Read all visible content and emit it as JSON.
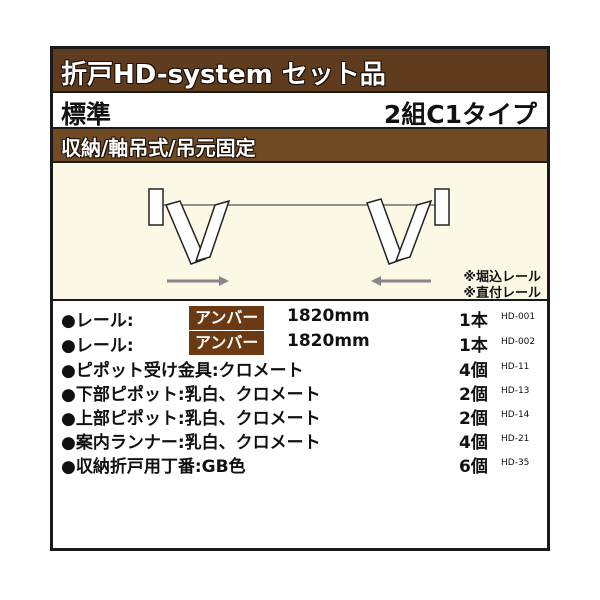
{
  "header": {
    "title": "折戸HD-system セット品"
  },
  "subheader": {
    "left": "標準",
    "right": "2組C1タイプ"
  },
  "mode": {
    "label": "収納/軸吊式/吊元固定"
  },
  "diagram": {
    "notes": [
      "※堀込レール",
      "※直付レール"
    ]
  },
  "parts": [
    {
      "name": "●レール:",
      "color": "アンバー",
      "length": "1820mm",
      "qty": "1本",
      "code": "HD-001"
    },
    {
      "name": "●レール:",
      "color": "アンバー",
      "length": "1820mm",
      "qty": "1本",
      "code": "HD-002"
    },
    {
      "name": "●ピポット受け金具:クロメート",
      "qty": "4個",
      "code": "HD-11"
    },
    {
      "name": "●下部ピポット:乳白、クロメート",
      "qty": "2個",
      "code": "HD-13"
    },
    {
      "name": "●上部ピポット:乳白、クロメート",
      "qty": "2個",
      "code": "HD-14"
    },
    {
      "name": "●案内ランナー:乳白、クロメート",
      "qty": "4個",
      "code": "HD-21"
    },
    {
      "name": "●収納折戸用丁番:GB色",
      "qty": "6個",
      "code": "HD-35"
    }
  ],
  "colors": {
    "title_bg": "#5e3c1d",
    "mode_bg": "#6f4a23",
    "tag_bg": "#6b3a12",
    "diagram_bg": "#fcf8e6"
  }
}
